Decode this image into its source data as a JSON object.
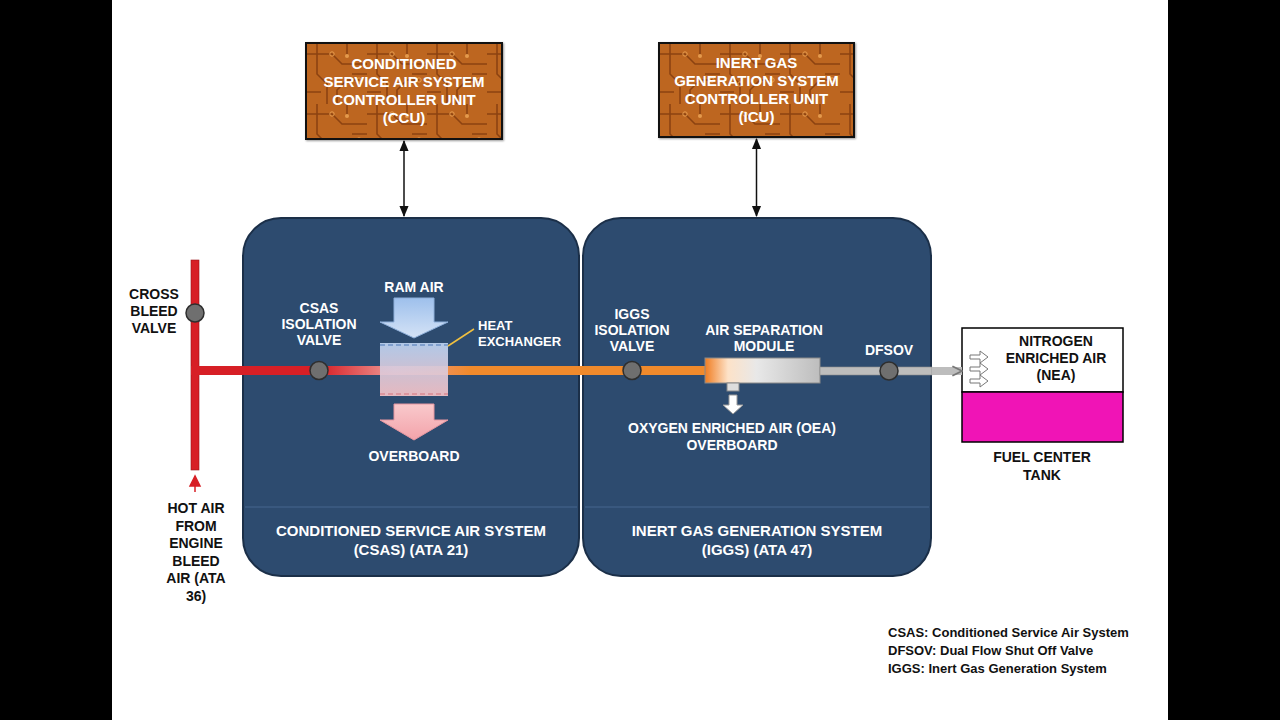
{
  "diagram": {
    "nodes": [
      {
        "text": [
          "CONDITIONED SERVICE AIR SYSTEM CONTROLLER UNIT (CCU)"
        ]
      },
      {
        "text": [
          "INERT GAS GENERATION SYSTEM CONTROLLER UNIT (ICU)"
        ]
      },
      {
        "text": [
          "CONDITIONED SERVICE AIR SYSTEM (CSAS) (ATA 21)"
        ]
      },
      {
        "text": [
          "INERT GAS GENERATION SYSTEM (IGGS) (ATA 47)"
        ]
      },
      {
        "text": [
          "NITROGEN ENRICHED AIR (NEA)",
          "FUEL CENTER TANK"
        ]
      }
    ],
    "edges": [
      {
        "from": 0,
        "to": 2,
        "arrow": "both"
      },
      {
        "from": 1,
        "to": 3,
        "arrow": "both"
      },
      {
        "from": 3,
        "to": 4,
        "arrow": "to"
      }
    ],
    "labels": [
      "CROSS BLEED VALVE",
      "HOT AIR FROM ENGINE BLEED AIR (ATA 36)",
      "CSAS ISOLATION VALVE",
      "RAM AIR",
      "HEAT EXCHANGER",
      "OVERBOARD",
      "IGGS ISOLATION VALVE",
      "AIR SEPARATION MODULE",
      "DFSOV",
      "OXYGEN ENRICHED AIR (OEA) OVERBOARD",
      "CSAS: Conditioned Service Air System",
      "DFSOV: Dual Flow Shut Off Valve",
      "IGGS: Inert Gas Generation System"
    ]
  }
}
